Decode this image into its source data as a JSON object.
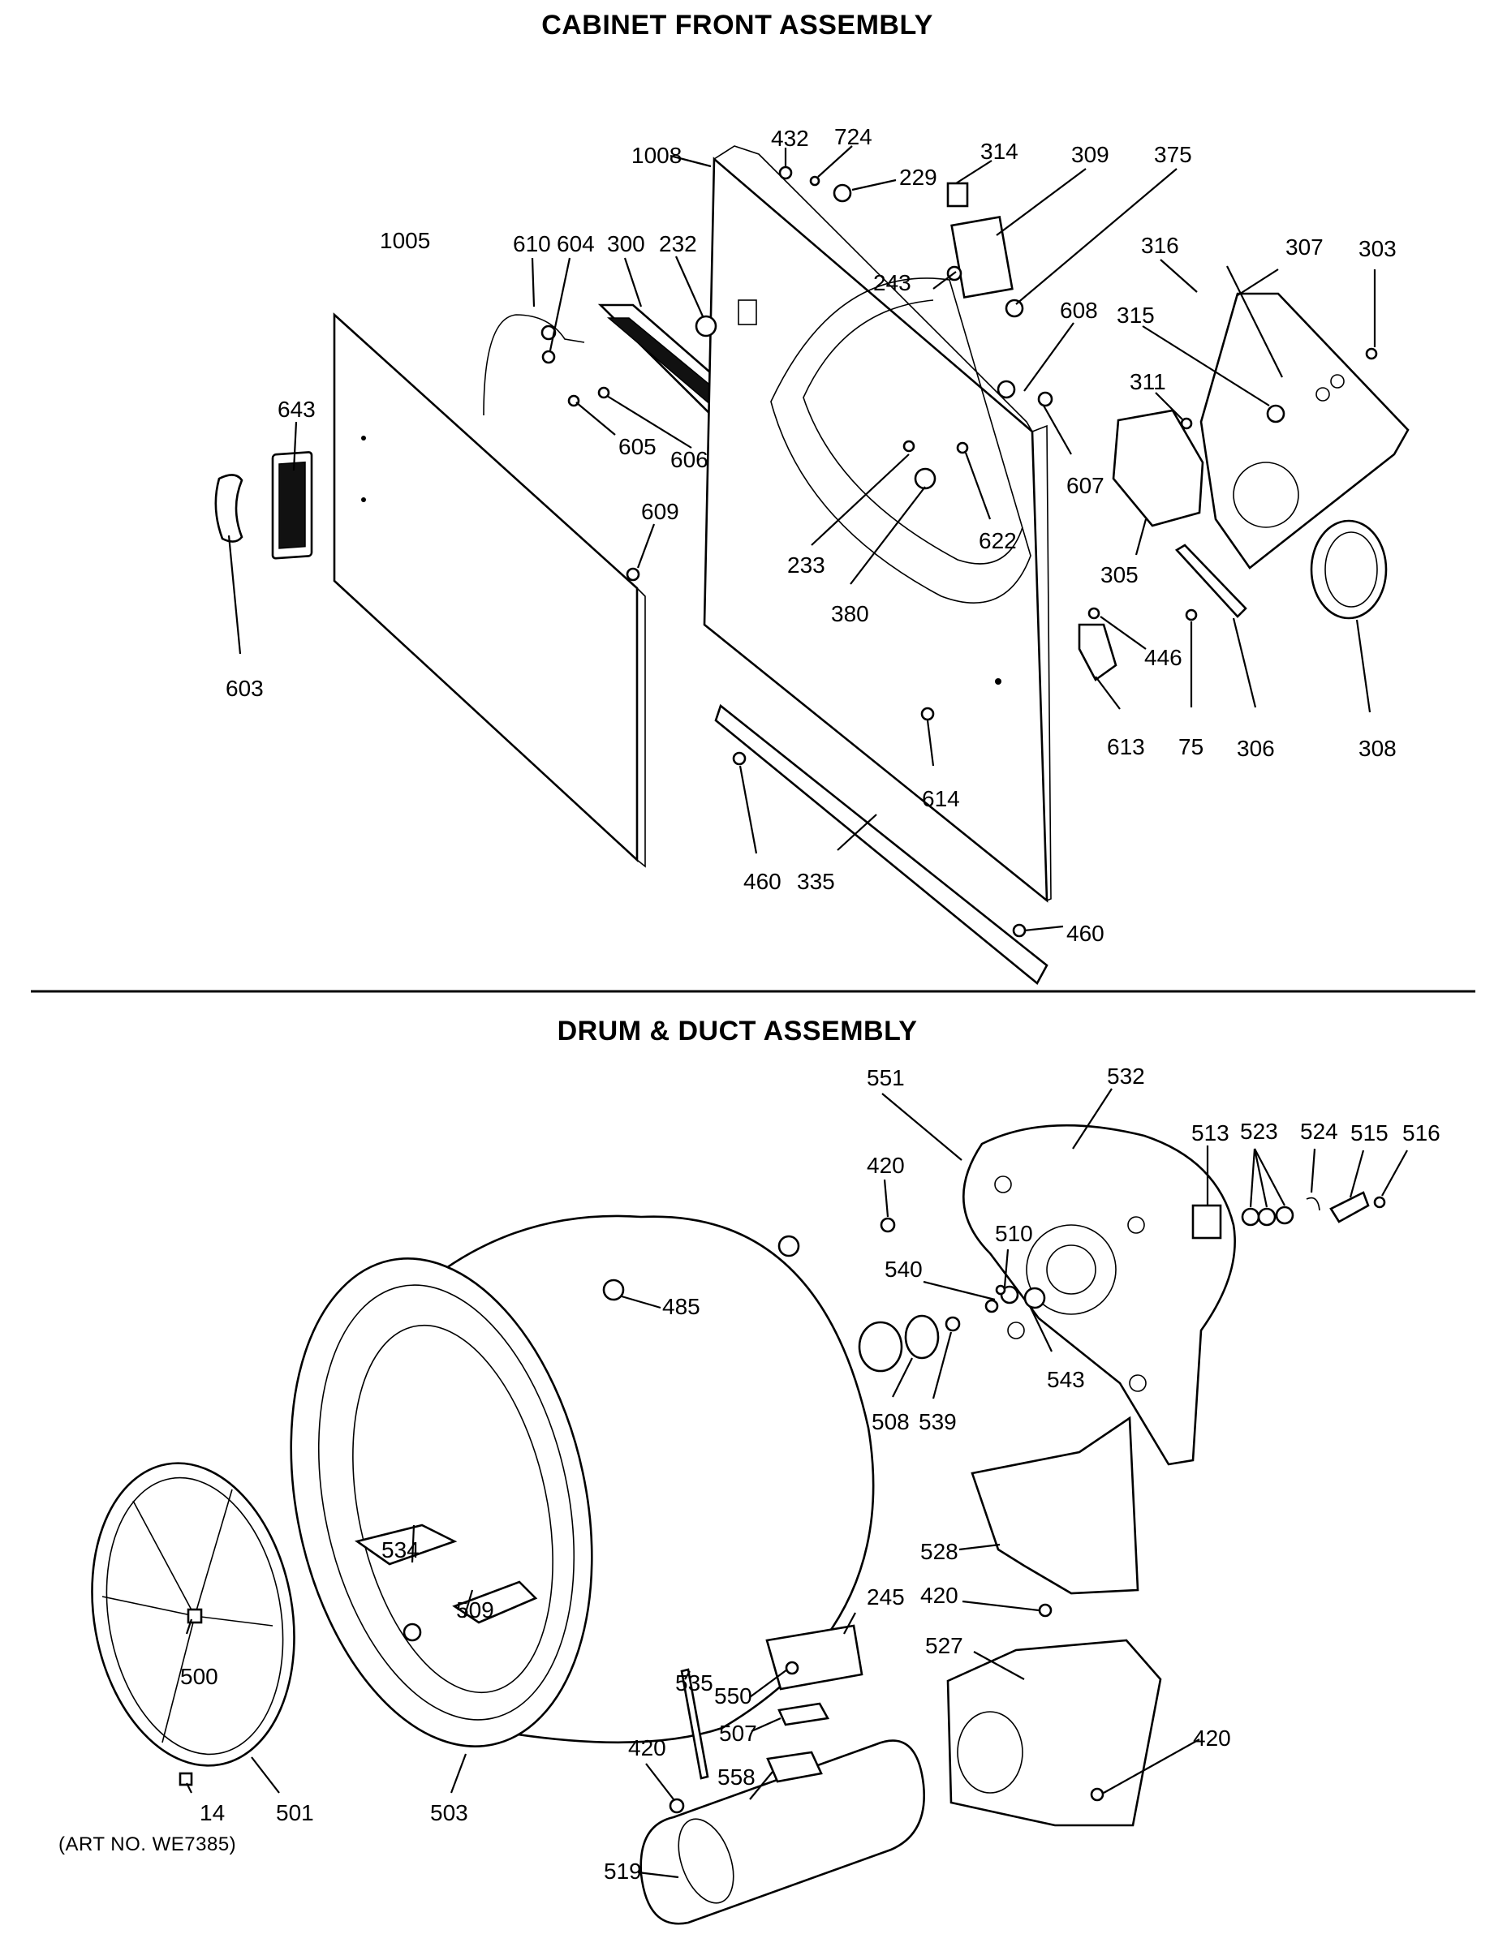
{
  "titles": {
    "cabinet_front": "CABINET FRONT ASSEMBLY",
    "drum_duct": "DRUM & DUCT ASSEMBLY"
  },
  "art_number": "(ART NO. WE7385)",
  "cabinet_labels": {
    "l1008": "1008",
    "l432": "432",
    "l724": "724",
    "l229": "229",
    "l314": "314",
    "l309": "309",
    "l375": "375",
    "l1005": "1005",
    "l610": "610",
    "l604": "604",
    "l300": "300",
    "l232": "232",
    "l243": "243",
    "l608": "608",
    "l316": "316",
    "l307": "307",
    "l303": "303",
    "l315": "315",
    "l311": "311",
    "l643": "643",
    "l605": "605",
    "l606": "606",
    "l607": "607",
    "l609": "609",
    "l233": "233",
    "l622": "622",
    "l380": "380",
    "l305": "305",
    "l603": "603",
    "l446": "446",
    "l613": "613",
    "l75": "75",
    "l306": "306",
    "l308": "308",
    "l614": "614",
    "l460a": "460",
    "l335": "335",
    "l460b": "460"
  },
  "drum_labels": {
    "l551": "551",
    "l532": "532",
    "l513": "513",
    "l523": "523",
    "l524": "524",
    "l515": "515",
    "l516": "516",
    "l420a": "420",
    "l510": "510",
    "l485": "485",
    "l540": "540",
    "l543": "543",
    "l508": "508",
    "l539": "539",
    "l534": "534",
    "l528": "528",
    "l509": "509",
    "l245": "245",
    "l420b": "420",
    "l500": "500",
    "l527": "527",
    "l535": "535",
    "l550": "550",
    "l507": "507",
    "l420c": "420",
    "l420d": "420",
    "l558": "558",
    "l14": "14",
    "l501": "501",
    "l503": "503",
    "l519": "519"
  }
}
